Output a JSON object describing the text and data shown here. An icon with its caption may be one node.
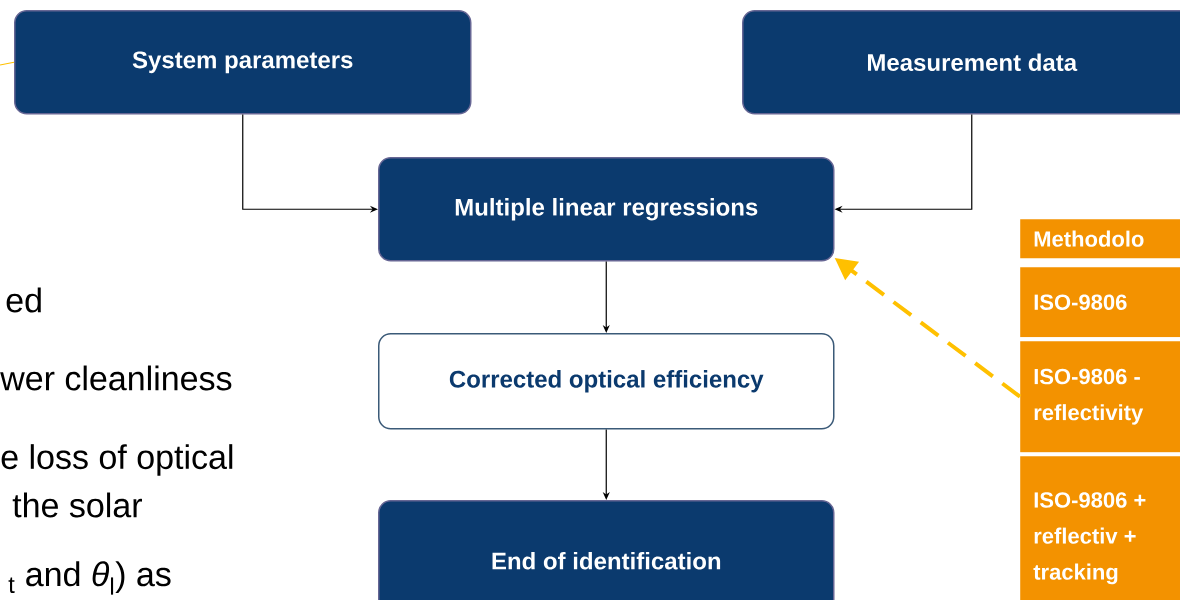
{
  "diagram": {
    "nodes": [
      {
        "text": [
          "System parameters"
        ]
      },
      {
        "text": [
          "Measurement data"
        ]
      },
      {
        "text": [
          "Multiple linear regressions"
        ]
      },
      {
        "text": [
          "Corrected optical efficiency"
        ]
      },
      {
        "text": [
          "End of identification"
        ]
      },
      {
        "text": [
          "Methodolo"
        ]
      },
      {
        "text": [
          "ISO-9806"
        ]
      },
      {
        "text": [
          "ISO-9806 - reflectivity"
        ]
      },
      {
        "text": [
          "ISO-9806 + reflectiv + tracking"
        ]
      }
    ],
    "edges": [
      {
        "from": null,
        "to": 0,
        "arrow": "none",
        "color": "#ffc000"
      },
      {
        "from": 0,
        "to": 2,
        "arrow": "to"
      },
      {
        "from": 1,
        "to": 2,
        "arrow": "to"
      },
      {
        "from": 2,
        "to": 3,
        "arrow": "to"
      },
      {
        "from": 3,
        "to": 4,
        "arrow": "to"
      },
      {
        "from": 7,
        "to": 2,
        "arrow": "to",
        "style": "dashed",
        "color": "#ffc000"
      }
    ],
    "labels": [
      "ed",
      "wer cleanliness",
      "e loss of optical",
      "the solar",
      "$_{t}$ and *θ*$_{l}$) as"
    ]
  }
}
